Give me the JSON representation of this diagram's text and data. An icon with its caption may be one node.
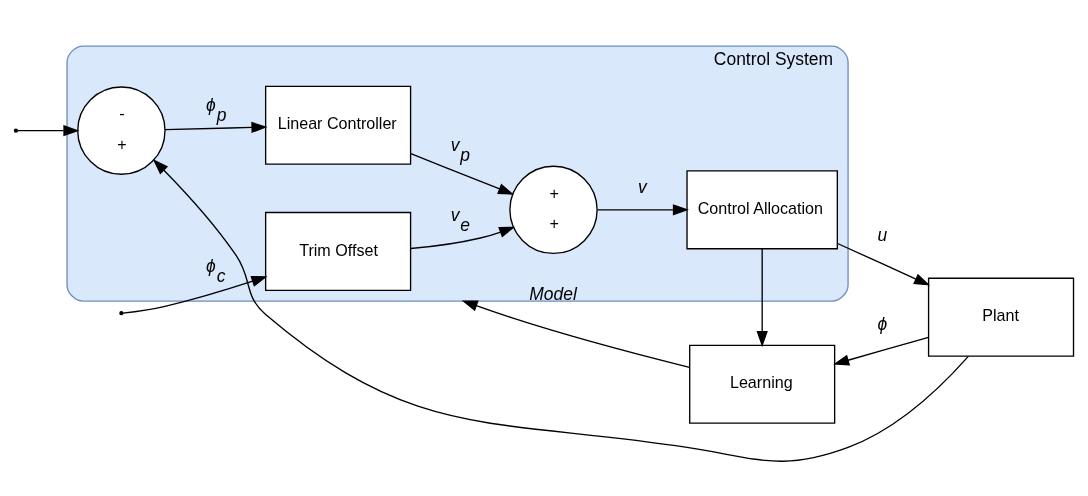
{
  "diagram": {
    "nodes": [
      {
        "text": [
          "Control System"
        ]
      },
      {
        "text": [
          "Learning"
        ]
      },
      {
        "text": [
          "Trim Offset"
        ],
        "in": 0
      },
      {
        "text": [
          "-",
          "+"
        ],
        "in": 0
      },
      {
        "text": [
          "Linear Controller"
        ],
        "in": 0
      },
      {
        "text": [
          "+",
          "+"
        ],
        "in": 0
      },
      {
        "text": [
          "Control Allocation"
        ],
        "in": 0
      },
      {
        "text": [
          "Plant"
        ]
      }
    ],
    "edges": [
      {
        "from": 1,
        "to": 0,
        "arrow": "to",
        "label": "Model"
      },
      {
        "from": null,
        "to": 2,
        "arrow": "to",
        "label": "ϕ$_{c}$"
      },
      {
        "from": null,
        "to": 3,
        "arrow": "to"
      },
      {
        "from": 2,
        "to": 5,
        "arrow": "to",
        "label": "v$_{e}$"
      },
      {
        "from": 3,
        "to": 4,
        "arrow": "to",
        "label": "ϕ$_{p}$"
      },
      {
        "from": 4,
        "to": 5,
        "arrow": "to",
        "label": "v$_{p}$"
      },
      {
        "from": 5,
        "to": 6,
        "arrow": "to",
        "label": "v"
      },
      {
        "from": 6,
        "to": 7,
        "arrow": "to",
        "label": "u"
      },
      {
        "from": 6,
        "to": 1,
        "arrow": "to"
      },
      {
        "from": 7,
        "to": 1,
        "arrow": "to",
        "label": "ϕ"
      },
      {
        "from": 7,
        "to": 3,
        "arrow": "to"
      }
    ]
  }
}
